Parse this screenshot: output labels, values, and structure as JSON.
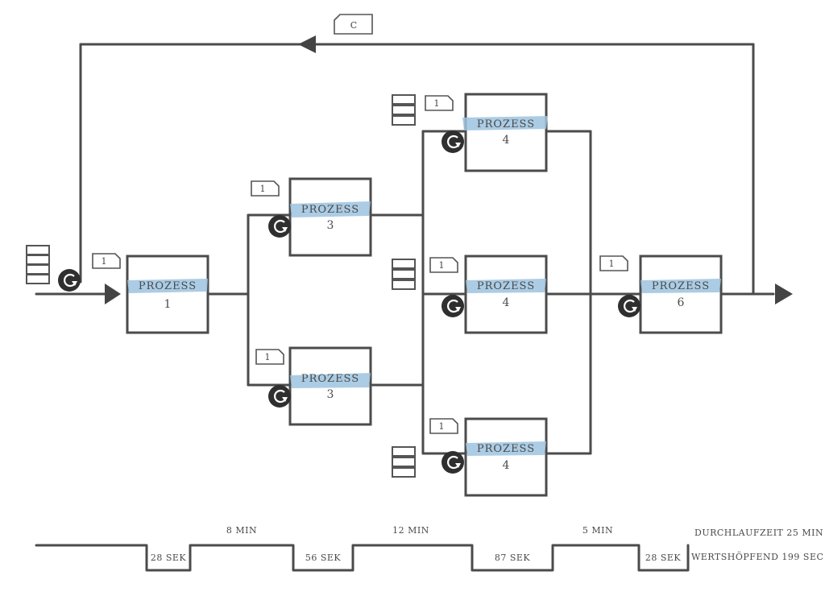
{
  "feedback_label": "C",
  "process_title": "PROZESS",
  "processes": [
    {
      "id": "p1",
      "number": "1",
      "batch": "1"
    },
    {
      "id": "p3a",
      "number": "3",
      "batch": "1"
    },
    {
      "id": "p3b",
      "number": "3",
      "batch": "1"
    },
    {
      "id": "p4a",
      "number": "4",
      "batch": "1"
    },
    {
      "id": "p4b",
      "number": "4",
      "batch": "1"
    },
    {
      "id": "p4c",
      "number": "4",
      "batch": "1"
    },
    {
      "id": "p6",
      "number": "6",
      "batch": "1"
    }
  ],
  "timeline": {
    "wait_times": [
      "8 MIN",
      "12 MIN",
      "5 MIN"
    ],
    "process_times": [
      "28 SEK",
      "56 SEK",
      "87 SEK",
      "28 SEK"
    ],
    "lead_time_label": "DURCHLAUFZEIT 25 MIN",
    "value_add_label": "WERTSHÖPFEND 199 SEC"
  },
  "icons": {
    "push": "push-arrow-icon",
    "inventory": "inventory-stack-icon",
    "batch": "batch-card-icon",
    "flow_arrow": "flow-arrow-icon"
  }
}
